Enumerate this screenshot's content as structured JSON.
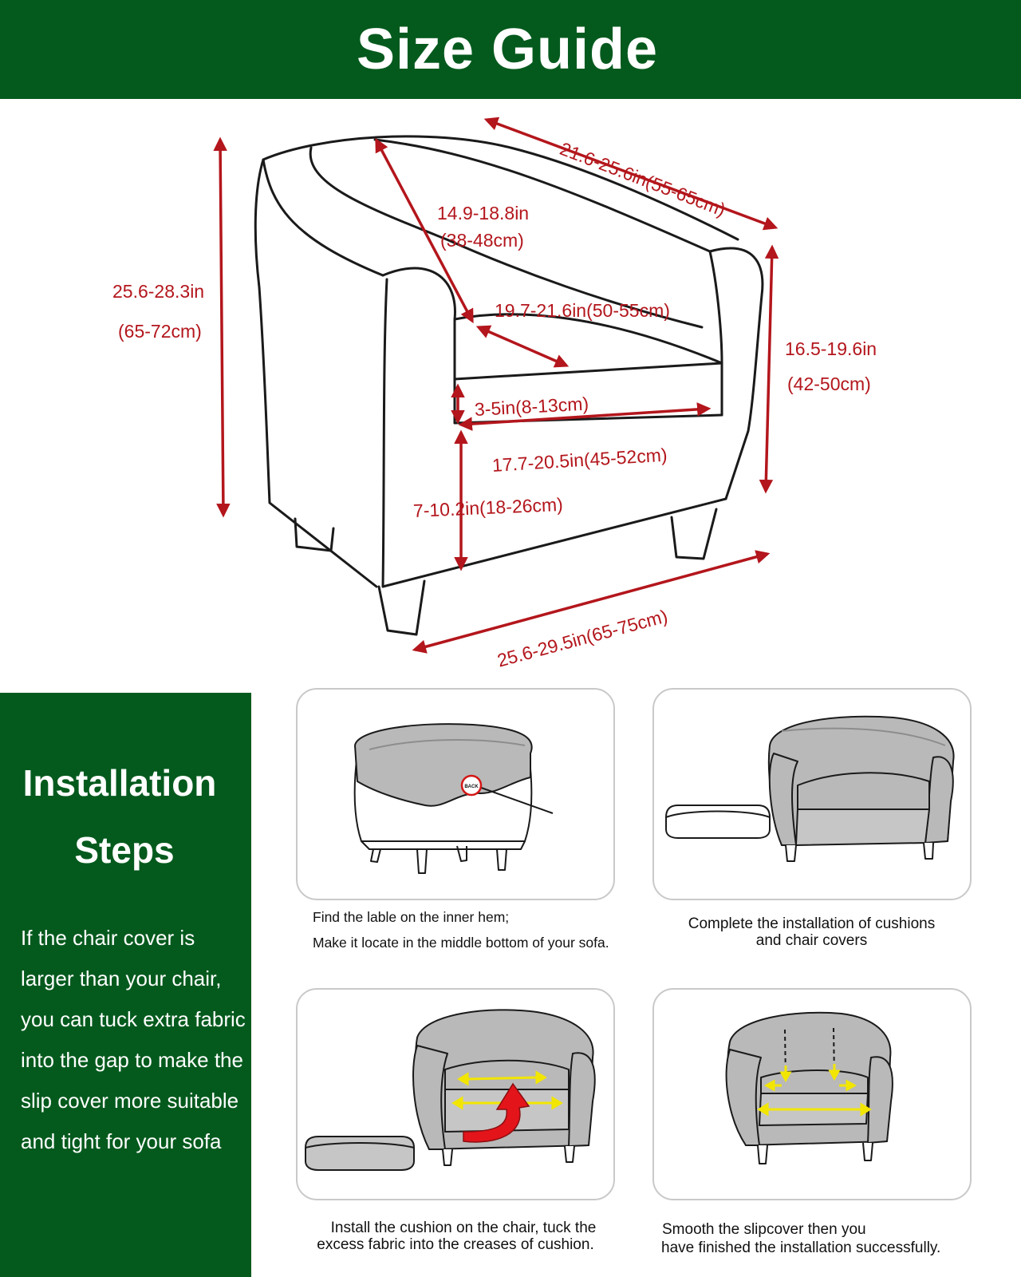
{
  "header": {
    "title": "Size Guide"
  },
  "dimensions": {
    "total_height": {
      "inch": "25.6-28.3in",
      "cm": "(65-72cm)"
    },
    "back_width": "21.6-25.6in(55-65cm)",
    "back_depth": {
      "inch": "14.9-18.8in",
      "cm": "(38-48cm)"
    },
    "seat_depth": "19.7-21.6in(50-55cm)",
    "arm_height": {
      "inch": "16.5-19.6in",
      "cm": "(42-50cm)"
    },
    "cushion_thickness": "3-5in(8-13cm)",
    "seat_width": "17.7-20.5in(45-52cm)",
    "skirt_height": "7-10.2in(18-26cm)",
    "total_width": "25.6-29.5in(65-75cm)"
  },
  "installation": {
    "title_line1": "Installation",
    "title_line2": "Steps",
    "note": "If the chair cover is larger than your chair, you can tuck extra fabric into the gap to make the slip cover more suitable and tight for your sofa",
    "steps": [
      {
        "line1": "Find the lable on the inner hem;",
        "line2": "Make it locate in the middle bottom of your sofa.",
        "label_tag": "BACK"
      },
      {
        "line1": "Complete the installation of cushions",
        "line2": "and chair covers"
      },
      {
        "line1": "Install the cushion on the chair, tuck the",
        "line2": "excess fabric into the creases of cushion."
      },
      {
        "line1": "Smooth the slipcover then you",
        "line2": "have finished the installation successfully."
      }
    ]
  },
  "colors": {
    "brand_green": "#045a1d",
    "dimension_red": "#b3161c",
    "cover_gray": "#b9b9b9",
    "guide_yellow": "#f2e600"
  }
}
